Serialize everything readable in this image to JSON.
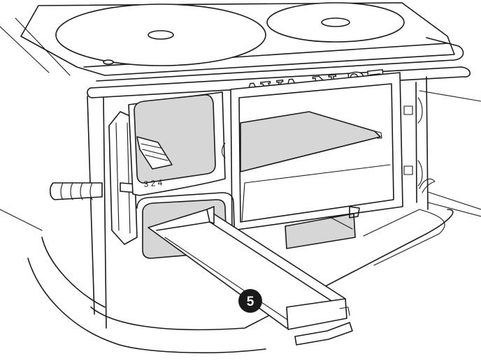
{
  "stove": {
    "brand_text": "AVA N:27",
    "serial_text": "3 2 4"
  },
  "callout": {
    "label": "5",
    "color": "#1a1a1a",
    "text_color": "#ffffff"
  },
  "colors": {
    "line": "#1a1a1a",
    "shade": "#d6d6d6"
  }
}
